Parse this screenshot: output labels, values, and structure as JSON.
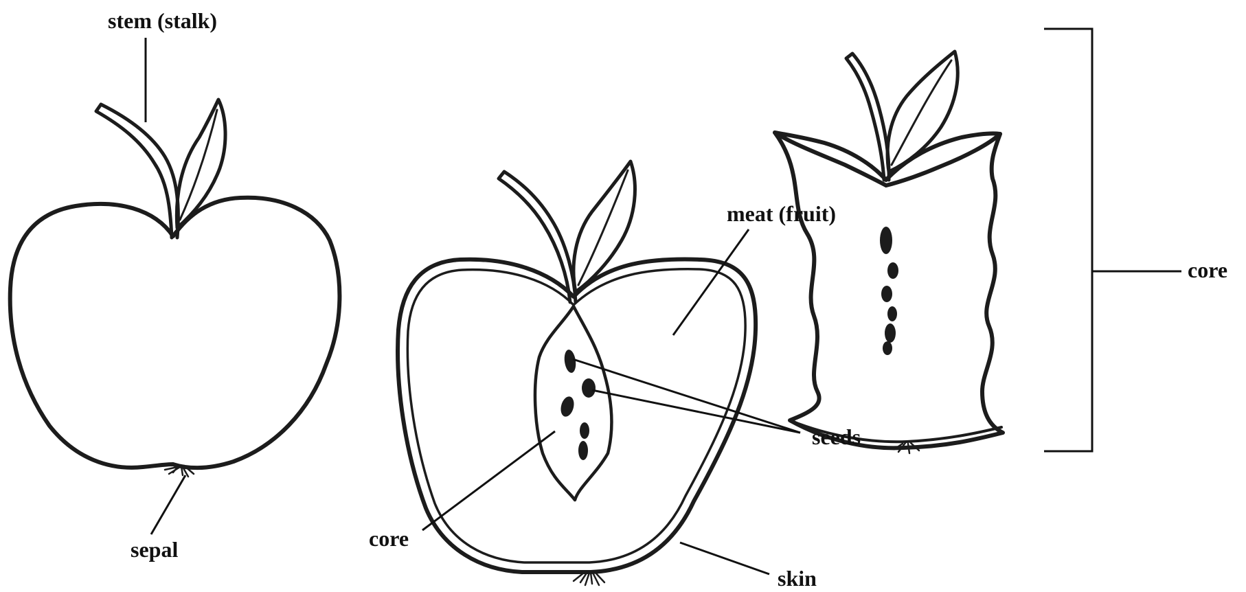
{
  "labels": {
    "stem": "stem (stalk)",
    "sepal": "sepal",
    "meat": "meat (fruit)",
    "seeds": "seeds",
    "core_half": "core",
    "skin": "skin",
    "core_eaten": "core"
  },
  "colors": {
    "ink": "#1c1c1c",
    "background": "#ffffff"
  }
}
